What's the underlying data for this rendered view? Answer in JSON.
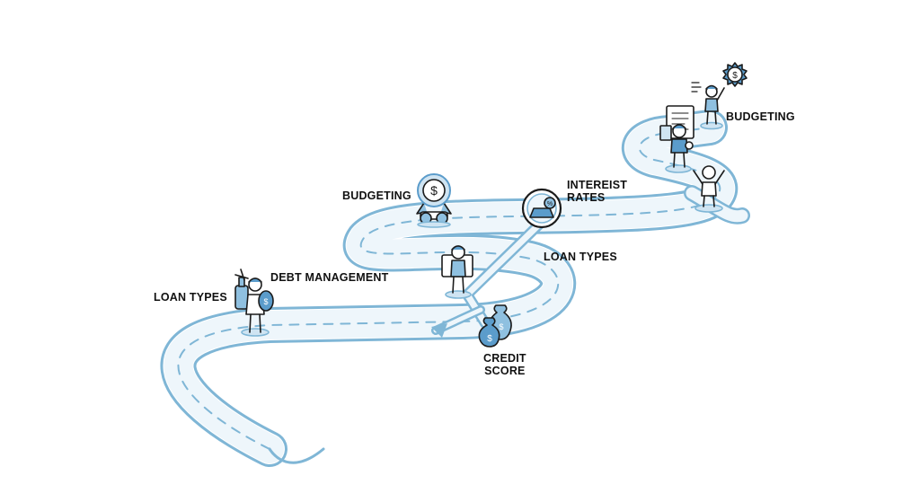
{
  "labels": {
    "loan_types_left": "LOAN TYPES",
    "debt_management": "DEBT MANAGEMENT",
    "budgeting_mid": "BUDGETING",
    "interest_rates_line1": "INTEREIST",
    "interest_rates_line2": "RATES",
    "loan_types_right": "LOAN TYPES",
    "credit_score_line1": "CREDIT",
    "credit_score_line2": "SCORE",
    "budgeting_top": "BUDGETING"
  },
  "icons": {
    "budget_badge_symbol": "$",
    "credit_bag_symbol": "$",
    "budget_coin_symbol": "$"
  },
  "colors": {
    "road_stroke": "#7fb6d6",
    "road_fill": "#eef6fb",
    "accent_blue": "#5b9ccb",
    "ink": "#1b1b1b"
  }
}
